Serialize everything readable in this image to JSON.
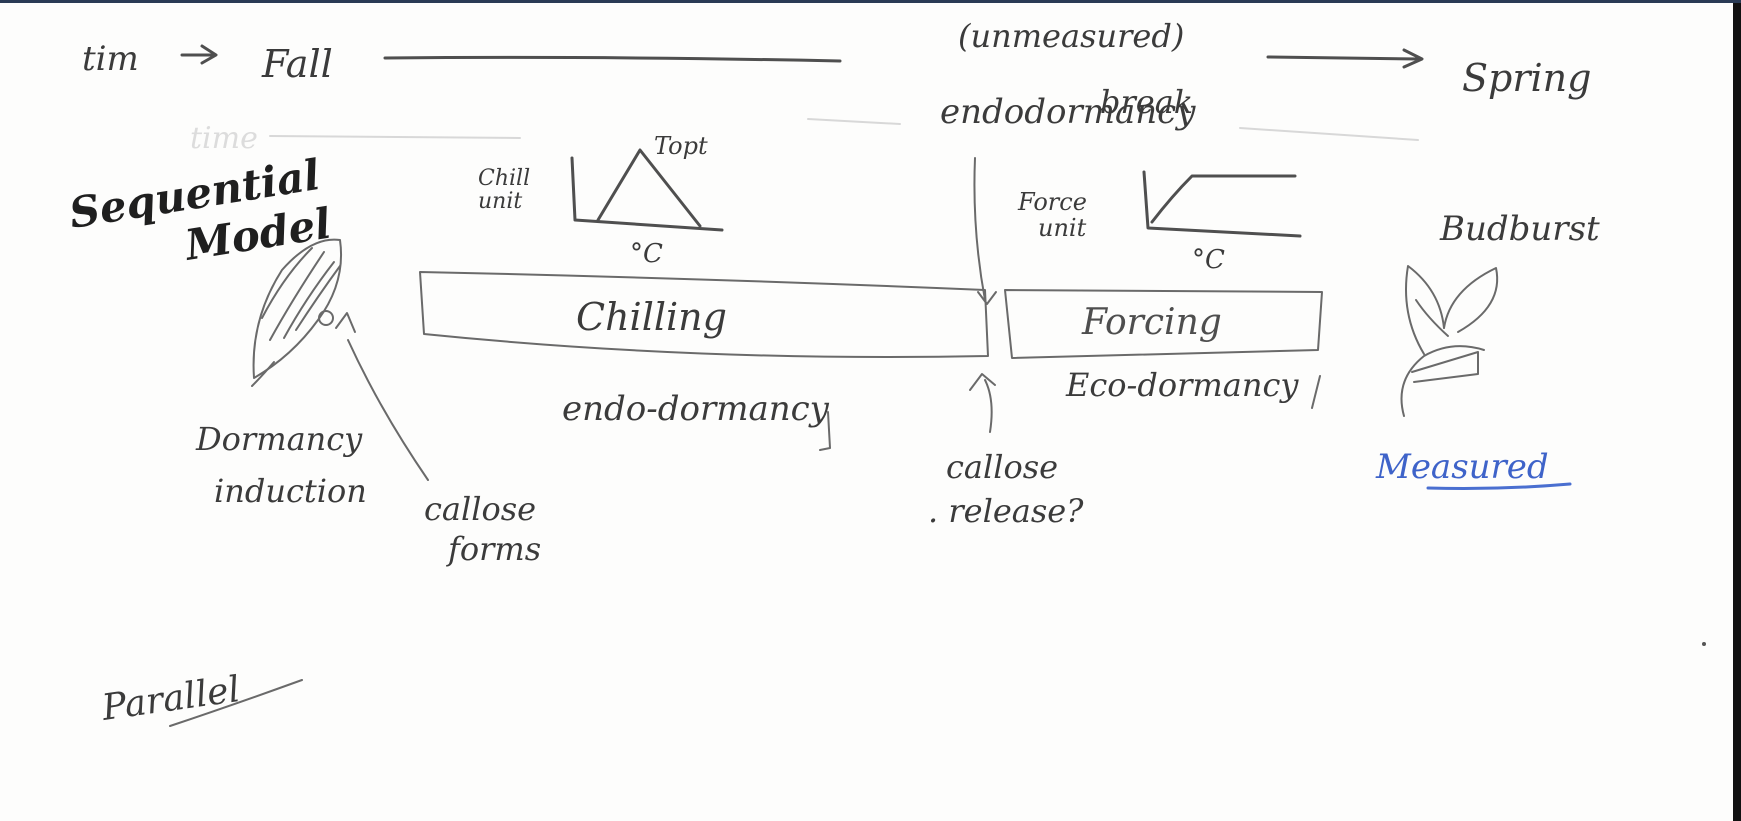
{
  "timeline": {
    "time_label": "tim",
    "start_label": "Fall",
    "middle_label_1": "(unmeasured)",
    "middle_label_2": "endodormancy",
    "middle_label_3": "break",
    "end_label": "Spring",
    "faint_label": "time"
  },
  "sequential_model": {
    "title_line1": "Sequential",
    "title_line2": "Model"
  },
  "chill_graph": {
    "y_label_line1": "Chill",
    "y_label_line2": "unit",
    "peak_label": "Topt",
    "x_label": "°C"
  },
  "force_graph": {
    "y_label_line1": "Force",
    "y_label_line2": "unit",
    "x_label": "°C"
  },
  "phases": {
    "chilling": "Chilling",
    "forcing": "Forcing",
    "endo_dormancy": "endo-dormancy",
    "eco_dormancy": "Eco-dormancy"
  },
  "annotations": {
    "dormancy_induction_line1": "Dormancy",
    "dormancy_induction_line2": "induction",
    "callose_forms_line1": "callose",
    "callose_forms_line2": "forms",
    "callose_release_line1": "callose",
    "callose_release_line2": ". release?",
    "budburst": "Budburst",
    "measured": "Measured"
  },
  "parallel_label": "Parallel",
  "colors": {
    "ink": "#4f4f4f",
    "blue_ink": "#3e63c9",
    "paper": "#fdfdfc"
  }
}
